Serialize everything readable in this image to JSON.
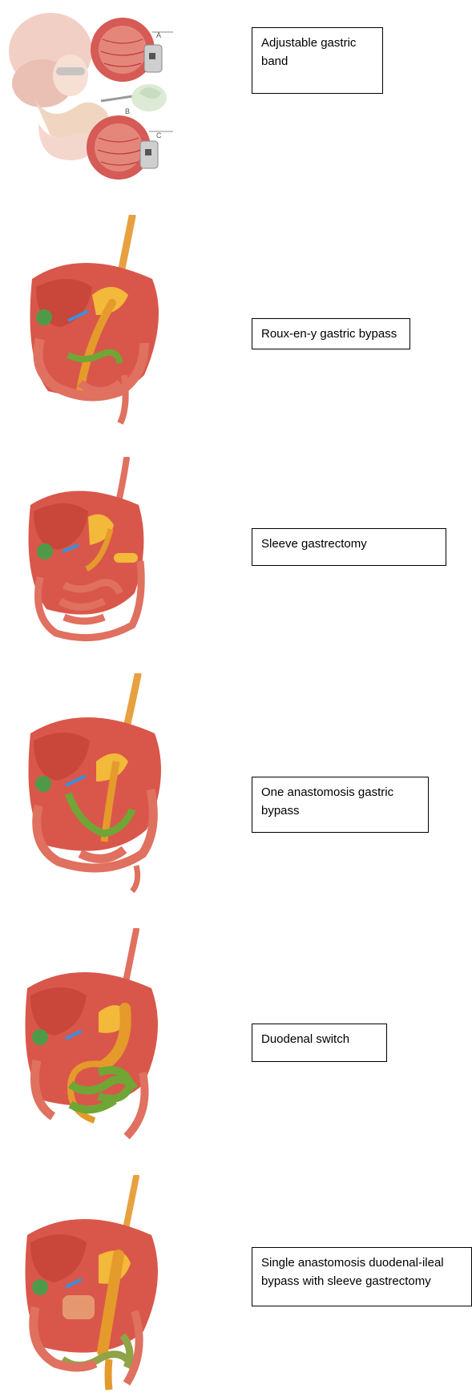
{
  "procedures": [
    {
      "label": "Adjustable gastric band",
      "illustration": "adjustable-gastric-band-illustration"
    },
    {
      "label": "Roux-en-y gastric bypass",
      "illustration": "roux-en-y-bypass-illustration"
    },
    {
      "label": "Sleeve gastrectomy",
      "illustration": "sleeve-gastrectomy-illustration"
    },
    {
      "label": "One anastomosis gastric bypass",
      "illustration": "one-anastomosis-bypass-illustration"
    },
    {
      "label": "Duodenal switch",
      "illustration": "duodenal-switch-illustration"
    },
    {
      "label": "Single anastomosis duodenal-ileal bypass with sleeve gastrectomy",
      "illustration": "sadi-s-illustration"
    }
  ],
  "band_markers": [
    "A",
    "B",
    "C"
  ],
  "colors": {
    "organ": "#d9574a",
    "organ_light": "#e98a78",
    "liver": "#c9463b",
    "gallbladder": "#4f9a4a",
    "duct": "#3a8fe0",
    "pancreas": "#f3b93a",
    "limb_orange": "#e59a2c",
    "limb_green": "#6fa636",
    "band_device": "#b9b9b9"
  }
}
